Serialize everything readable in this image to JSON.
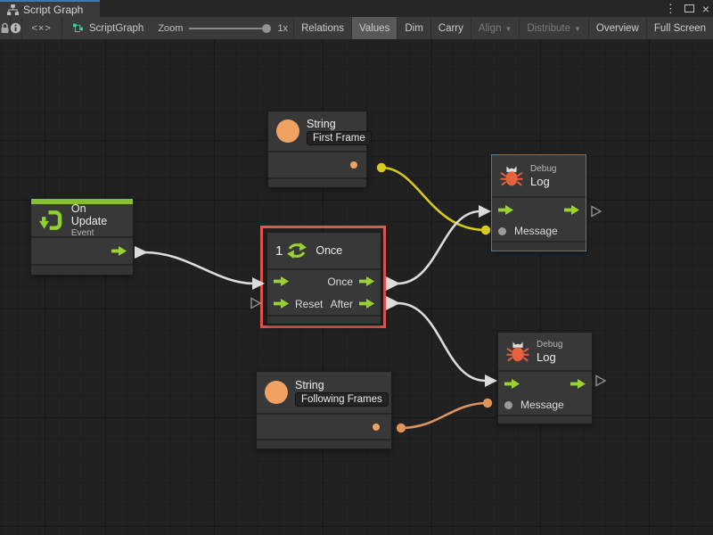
{
  "titlebar": {
    "tab_label": "Script Graph"
  },
  "icons": {
    "kebab": "⋮",
    "close": "×",
    "code_glyph": "<×>"
  },
  "toolbar": {
    "graph_name": "ScriptGraph",
    "zoom_label": "Zoom",
    "zoom_value": "1x",
    "buttons": [
      {
        "label": "Relations",
        "state": "normal"
      },
      {
        "label": "Values",
        "state": "active"
      },
      {
        "label": "Dim",
        "state": "normal"
      },
      {
        "label": "Carry",
        "state": "normal"
      },
      {
        "label": "Align",
        "state": "disabled",
        "dropdown": true
      },
      {
        "label": "Distribute",
        "state": "disabled",
        "dropdown": true
      },
      {
        "label": "Overview",
        "state": "normal"
      },
      {
        "label": "Full Screen",
        "state": "normal"
      }
    ]
  },
  "nodes": {
    "string_first": {
      "title": "String",
      "value": "First Frame"
    },
    "on_update": {
      "title": "On Update",
      "subtitle": "Event"
    },
    "once": {
      "title": "Once",
      "icon_number": "1",
      "out_once": "Once",
      "in_reset": "Reset",
      "out_after": "After"
    },
    "debug_top": {
      "subtitle": "Debug",
      "title": "Log",
      "message_label": "Message"
    },
    "string_following": {
      "title": "String",
      "value": "Following Frames"
    },
    "debug_bottom": {
      "subtitle": "Debug",
      "title": "Log",
      "message_label": "Message"
    }
  },
  "colors": {
    "flow_green": "#9ad32f",
    "event_green": "#86c030",
    "string_orange": "#f0a263",
    "bug_orange": "#e8613d",
    "wire_yellow": "#d7ca1d",
    "wire_orange": "#e0945a",
    "selection_red": "#e0564d",
    "highlight_blue": "#3e7fae",
    "tab_accent_blue": "#3c78b2"
  }
}
